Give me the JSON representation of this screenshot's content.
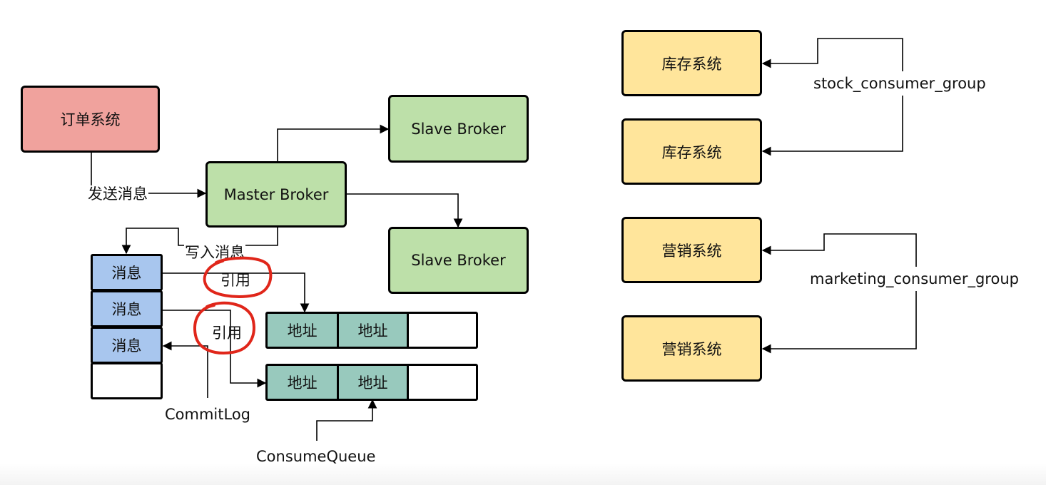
{
  "order_system": "订单系统",
  "master_broker": "Master Broker",
  "slave_broker_top": "Slave Broker",
  "slave_broker_bottom": "Slave Broker",
  "send_message_label": "发送消息",
  "write_message_label": "写入消息",
  "commitlog": {
    "label": "CommitLog",
    "messages": [
      "消息",
      "消息",
      "消息"
    ]
  },
  "reference_labels": [
    "引用",
    "引用"
  ],
  "consume_queue": {
    "label": "ConsumeQueue",
    "rows": [
      [
        "地址",
        "地址",
        ""
      ],
      [
        "地址",
        "地址",
        ""
      ]
    ]
  },
  "stock": {
    "group": "stock_consumer_group",
    "systems": [
      "库存系统",
      "库存系统"
    ]
  },
  "marketing": {
    "group": "marketing_consumer_group",
    "systems": [
      "营销系统",
      "营销系统"
    ]
  },
  "colors": {
    "order": "#f0a29d",
    "broker": "#bde0a9",
    "consumer": "#ffe59b",
    "message": "#a8c6ee",
    "address": "#98c9bd",
    "highlight_circle": "#e0261a"
  }
}
